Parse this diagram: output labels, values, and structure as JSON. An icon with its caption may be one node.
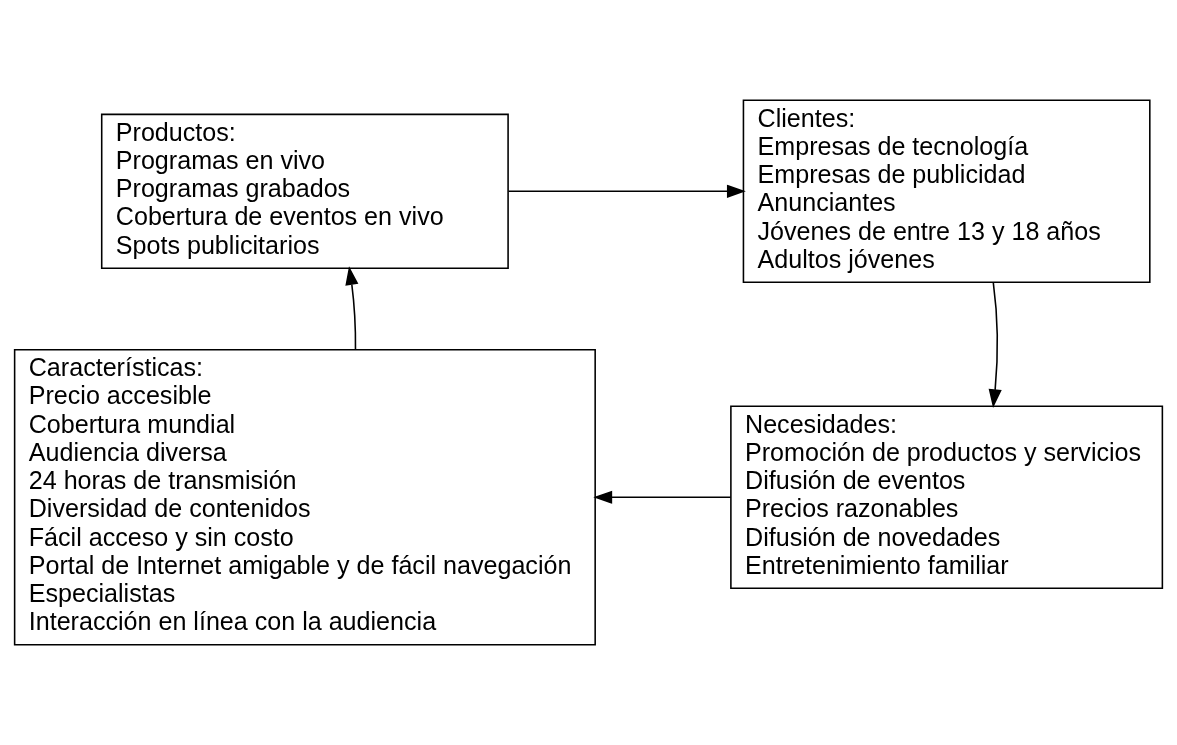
{
  "diagram": {
    "nodes": [
      {
        "text": [
          "Productos:",
          "Programas en vivo",
          "Programas grabados",
          "Cobertura de eventos en vivo",
          "Spots publicitarios"
        ]
      },
      {
        "text": [
          "Clientes:",
          "Empresas de tecnología",
          "Empresas de publicidad",
          "Anunciantes",
          "Jóvenes de entre 13 y 18 años",
          "Adultos jóvenes"
        ]
      },
      {
        "text": [
          "Características:",
          "Precio accesible",
          "Cobertura mundial",
          "Audiencia diversa",
          "24 horas de transmisión",
          "Diversidad de contenidos",
          "Fácil acceso y sin costo",
          "Portal de Internet amigable y de fácil navegación",
          "Especialistas",
          "Interacción en línea con la audiencia"
        ]
      },
      {
        "text": [
          "Necesidades:",
          "Promoción de productos y servicios",
          "Difusión de eventos",
          "Precios razonables",
          "Difusión de novedades",
          "Entretenimiento familiar"
        ]
      }
    ],
    "edges": [
      {
        "from": 0,
        "to": 1,
        "arrow": "to"
      },
      {
        "from": 1,
        "to": 3,
        "arrow": "to"
      },
      {
        "from": 3,
        "to": 2,
        "arrow": "to"
      },
      {
        "from": 2,
        "to": 0,
        "arrow": "to"
      }
    ]
  }
}
